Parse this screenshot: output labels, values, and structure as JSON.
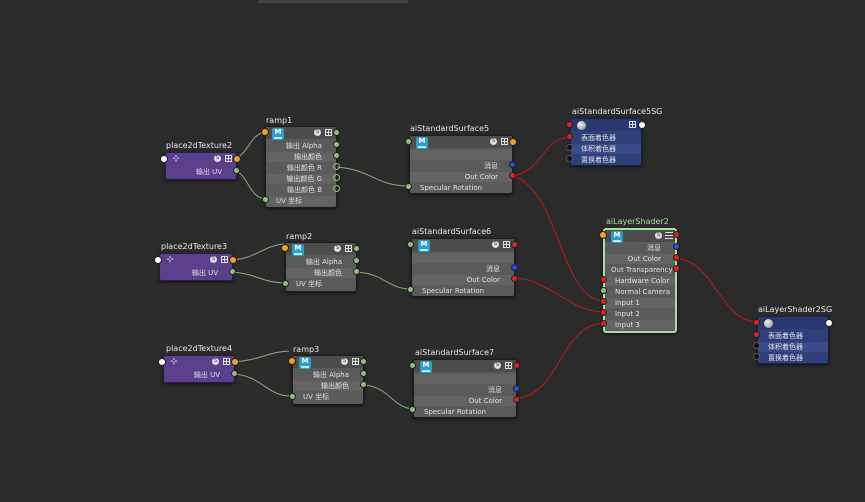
{
  "colors": {
    "background": "#2b2b2b",
    "texture_node": "#5a3f8c",
    "shader_node": "#5a5a5a",
    "sg_node": "#2f3f7a",
    "selected_outline": "#9fe39a"
  },
  "nodes": {
    "place2d_2": {
      "title": "place2dTexture2",
      "out": "输出 UV"
    },
    "place2d_3": {
      "title": "place2dTexture3",
      "out": "输出 UV"
    },
    "place2d_4": {
      "title": "place2dTexture4",
      "out": "输出 UV"
    },
    "ramp1": {
      "title": "ramp1",
      "rows": [
        "输出 Alpha",
        "输出颜色",
        "输出颜色 R",
        "输出颜色 G",
        "输出颜色 B",
        "UV 坐标"
      ]
    },
    "ramp2": {
      "title": "ramp2",
      "rows": [
        "输出 Alpha",
        "输出颜色",
        "UV 坐标"
      ]
    },
    "ramp3": {
      "title": "ramp3",
      "rows": [
        "输出 Alpha",
        "输出颜色",
        "UV 坐标"
      ]
    },
    "ss5": {
      "title": "aiStandardSurface5",
      "rows": [
        "消息",
        "Out Color",
        "Specular Rotation"
      ]
    },
    "ss6": {
      "title": "aiStandardSurface6",
      "rows": [
        "消息",
        "Out Color",
        "Specular Rotation"
      ]
    },
    "ss7": {
      "title": "aiStandardSurface7",
      "rows": [
        "消息",
        "Out Color",
        "Specular Rotation"
      ]
    },
    "sg5": {
      "title": "aiStandardSurface5SG",
      "rows": [
        "表面着色器",
        "体积着色器",
        "置换着色器"
      ]
    },
    "layer": {
      "title": "aiLayerShader2",
      "rows": [
        "消息",
        "Out Color",
        "Out Transparency",
        "Hardware Color",
        "Normal Camera",
        "Input 1",
        "Input 2",
        "Input 3"
      ]
    },
    "layer_sg": {
      "title": "aiLayerShader2SG",
      "rows": [
        "表面着色器",
        "体积着色器",
        "置换着色器"
      ]
    }
  },
  "icons": {
    "ramp": "m-badge",
    "surface": "m-badge",
    "texture": "place2d-icon",
    "sg": "globe-icon"
  }
}
